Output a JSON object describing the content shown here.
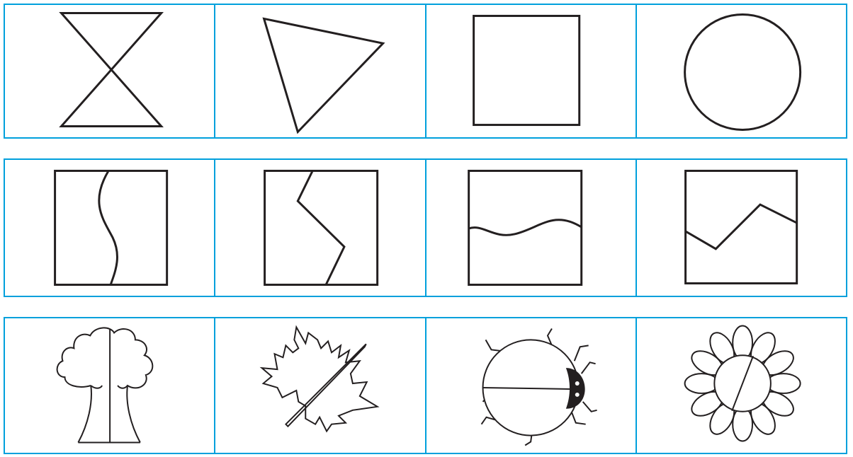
{
  "rows": [
    {
      "cells": [
        "hourglass-shape",
        "triangle-shape",
        "square-shape",
        "circle-shape"
      ]
    },
    {
      "cells": [
        "square-curved-split",
        "square-zigzag-split",
        "square-wavy-split",
        "square-angled-split"
      ]
    },
    {
      "cells": [
        "tree-picture",
        "maple-leaf-picture",
        "ladybug-picture",
        "flower-picture"
      ]
    }
  ],
  "colors": {
    "border": "#00A0DC",
    "line": "#231f20"
  }
}
